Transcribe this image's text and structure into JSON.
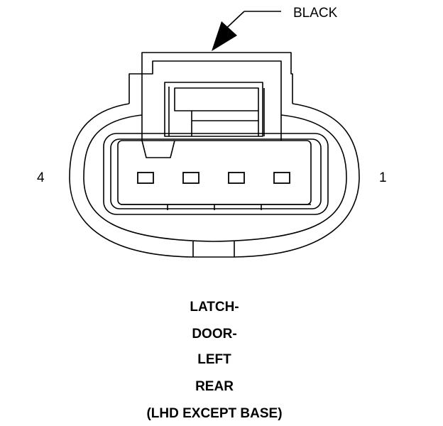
{
  "connector": {
    "color_label": "BLACK",
    "pin_left": "4",
    "pin_right": "1",
    "pin_count": 4
  },
  "caption": {
    "lines": [
      "LATCH-",
      "DOOR-",
      "LEFT",
      "REAR",
      "(LHD EXCEPT BASE)"
    ]
  }
}
